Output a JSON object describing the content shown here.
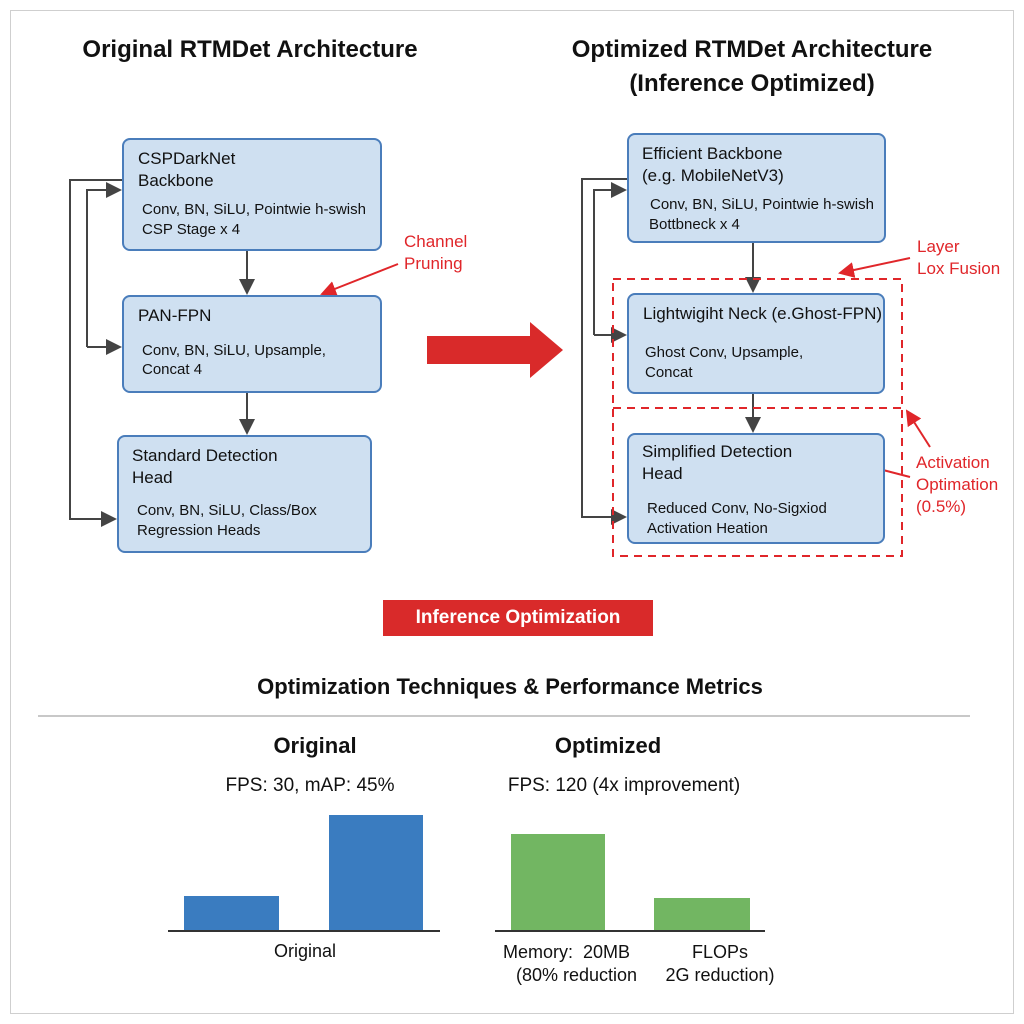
{
  "original": {
    "title": "Original RTMDet Architecture",
    "boxes": [
      {
        "title": "CSPDarkNet\nBackbone",
        "lines": [
          "Conv, BN, SiLU, Pointwie h-swish",
          "CSP Stage x 4"
        ]
      },
      {
        "title": "PAN-FPN",
        "lines": [
          "Conv, BN, SiLU, Upsample,",
          "Concat 4"
        ]
      },
      {
        "title": "Standard Detection\nHead",
        "lines": [
          "Conv, BN, SiLU, Class/Box",
          "Regression Heads"
        ]
      }
    ],
    "annotation": [
      "Channel",
      "Pruning"
    ]
  },
  "optimized": {
    "title_line1": "Optimized RTMDet Architecture",
    "title_line2": "(Inference Optimized)",
    "boxes": [
      {
        "title": "Efficient Backbone\n(e.g. MobileNetV3)",
        "lines": [
          "Conv, BN, SiLU, Pointwie h-swish",
          "Bottbneck x 4"
        ]
      },
      {
        "title": "Lightwigiht Neck (e.Ghost-FPN)",
        "lines": [
          "Ghost Conv, Upsample,",
          "Concat"
        ]
      },
      {
        "title": "Simplified Detection\nHead",
        "lines": [
          "Reduced Conv, No-Sigxiod",
          "Activation Heation"
        ]
      }
    ],
    "annotations": {
      "layer_fusion": [
        "Layer",
        "Lox Fusion"
      ],
      "activation": [
        "Activation",
        "Optimation",
        "(0.5%)"
      ]
    }
  },
  "banner": "Inference Optimization",
  "metrics": {
    "heading": "Optimization Techniques & Performance Metrics",
    "original": {
      "title": "Original",
      "stats": "FPS: 30, mAP: 45%",
      "axis_label": "Original",
      "bar_color": "#3a7cc0"
    },
    "optimized": {
      "title": "Optimized",
      "stats": "FPS: 120 (4x improvement)",
      "label_memory": [
        "Memory:  20MB",
        "(80% reduction"
      ],
      "label_flops": [
        "FLOPs",
        "2G reduction)"
      ],
      "bar_color": "#72b662"
    }
  },
  "colors": {
    "box_fill": "#cfe0f1",
    "box_border": "#4a7dbb",
    "accent_red": "#e0262a"
  }
}
